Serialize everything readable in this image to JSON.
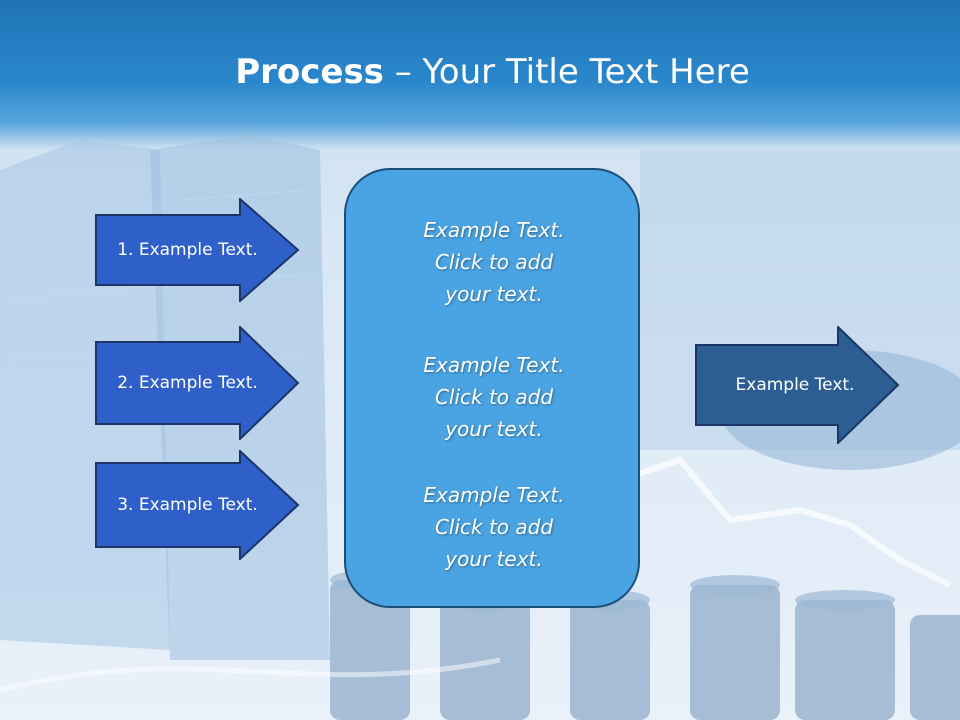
{
  "slide": {
    "title_bold": "Process",
    "title_rest": " – Your Title Text Here"
  },
  "left_arrows": [
    {
      "label": "1. Example Text."
    },
    {
      "label": "2. Example Text."
    },
    {
      "label": "3. Example Text."
    }
  ],
  "center_box": {
    "paragraphs": [
      {
        "line1": "Example Text.",
        "line2": "Click  to add",
        "line3": "your text."
      },
      {
        "line1": "Example Text.",
        "line2": "Click  to add",
        "line3": "your text."
      },
      {
        "line1": "Example Text.",
        "line2": "Click  to add",
        "line3": "your text."
      }
    ]
  },
  "right_arrow": {
    "label": "Example Text."
  },
  "colors": {
    "header": "#2a87cc",
    "left_arrow_fill": "#2f5fc8",
    "right_arrow_fill": "#2c5e94",
    "center_box_fill": "#4aa3e2",
    "outline": "#1a3566"
  }
}
